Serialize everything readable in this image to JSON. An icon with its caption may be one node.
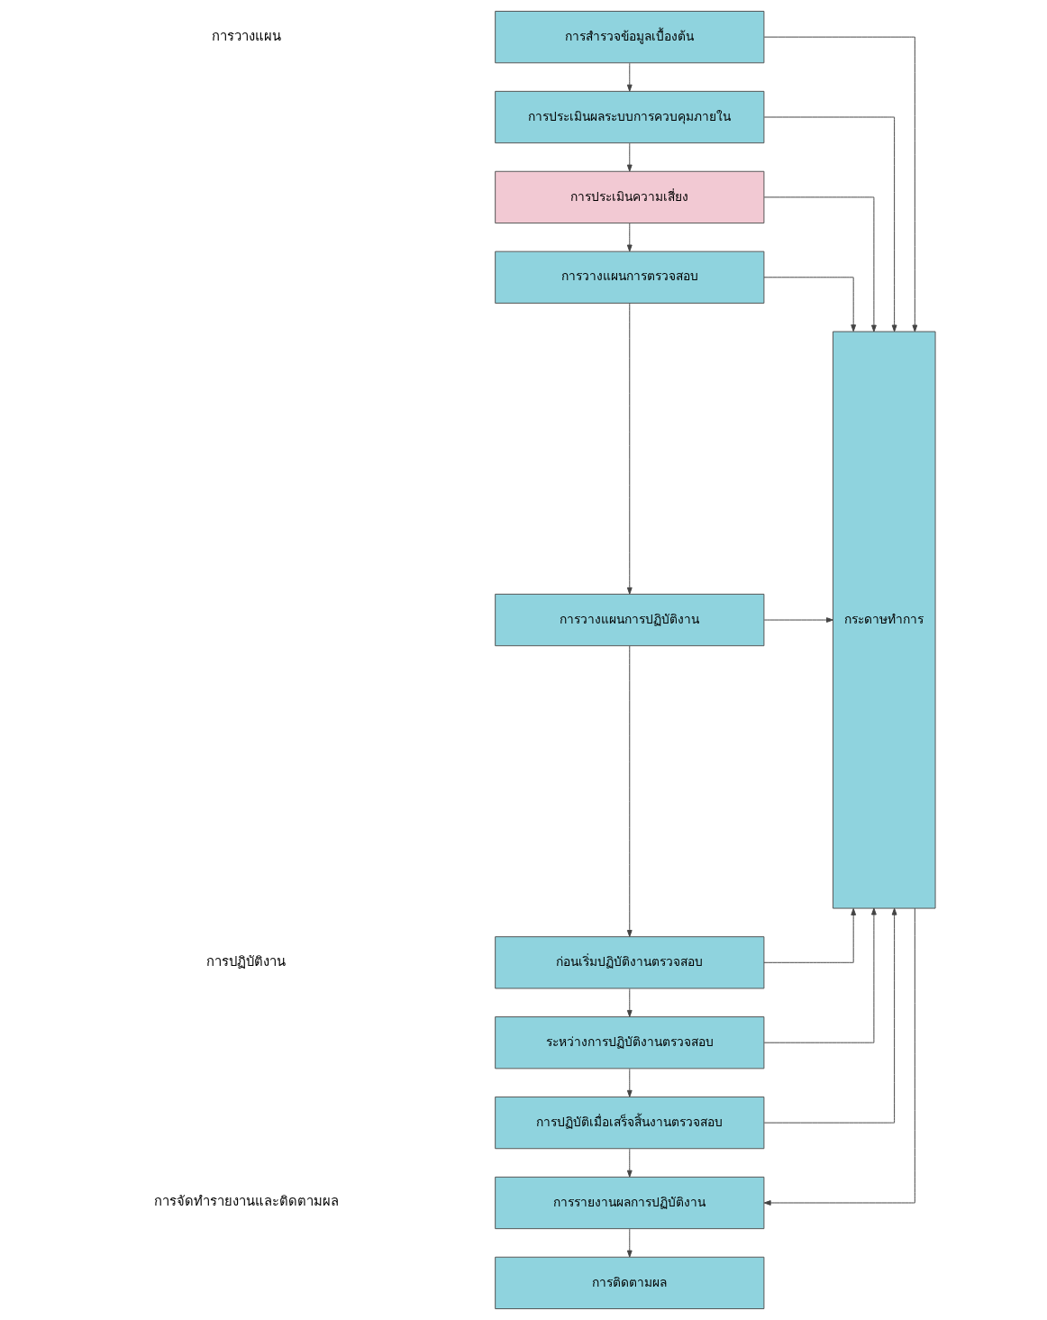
{
  "diagram": {
    "nodes": [
      {
        "text": [
          "การสำรวจข้อมูลเบื้องต้น"
        ]
      },
      {
        "text": [
          "การประเมินผลระบบการควบคุมภายใน"
        ]
      },
      {
        "text": [
          "การประเมินความเสี่ยง"
        ]
      },
      {
        "text": [
          "การวางแผนการตรวจสอบ"
        ]
      },
      {
        "text": [
          "การวางแผนการปฏิบัติงาน"
        ]
      },
      {
        "text": [
          "ก่อนเริ่มปฏิบัติงานตรวจสอบ"
        ]
      },
      {
        "text": [
          "ระหว่างการปฏิบัติงานตรวจสอบ"
        ]
      },
      {
        "text": [
          "การปฏิบัติเมื่อเสร็จสิ้นงานตรวจสอบ"
        ]
      },
      {
        "text": [
          "การรายงานผลการปฏิบัติงาน"
        ]
      },
      {
        "text": [
          "การติดตามผล"
        ]
      },
      {
        "text": [
          "กระดาษทำการ"
        ]
      }
    ],
    "edges": [
      {
        "from": 0,
        "to": 10,
        "arrow": "to"
      },
      {
        "from": 0,
        "to": 1,
        "arrow": "to"
      },
      {
        "from": 1,
        "to": 10,
        "arrow": "to"
      },
      {
        "from": 1,
        "to": 2,
        "arrow": "to"
      },
      {
        "from": 2,
        "to": 10,
        "arrow": "to"
      },
      {
        "from": 2,
        "to": 3,
        "arrow": "to"
      },
      {
        "from": 3,
        "to": 10,
        "arrow": "to"
      },
      {
        "from": 3,
        "to": 4,
        "arrow": "to"
      },
      {
        "from": 4,
        "to": 10,
        "arrow": "to"
      },
      {
        "from": 4,
        "to": 5,
        "arrow": "to"
      },
      {
        "from": 5,
        "to": 10,
        "arrow": "to"
      },
      {
        "from": 5,
        "to": 6,
        "arrow": "to"
      },
      {
        "from": 6,
        "to": 10,
        "arrow": "to"
      },
      {
        "from": 6,
        "to": 7,
        "arrow": "to"
      },
      {
        "from": 7,
        "to": 10,
        "arrow": "to"
      },
      {
        "from": 7,
        "to": 8,
        "arrow": "to"
      },
      {
        "from": 10,
        "to": 8,
        "arrow": "to"
      },
      {
        "from": 8,
        "to": 9,
        "arrow": "to"
      }
    ],
    "labels": [
      "การวางแผน",
      "การปฏิบัติงาน",
      "การจัดทำรายงานและติดตามผล"
    ]
  }
}
